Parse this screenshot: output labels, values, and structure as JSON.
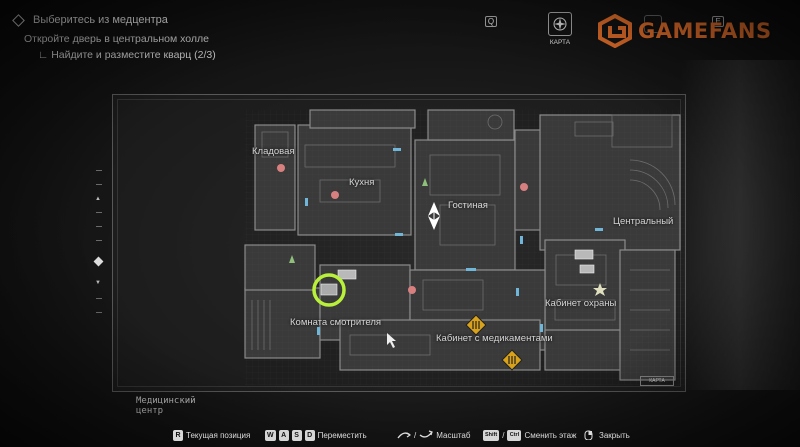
{
  "objectives": {
    "main": "Выберитесь из медцентра",
    "sub": "Откройте дверь в центральном холле",
    "subtask": "∟ Найдите и разместите кварц (2/3)"
  },
  "hud": {
    "prev_key": "Q",
    "next_key": "E",
    "map_tab_label": "КАРТА"
  },
  "watermark": {
    "brand": "GAMEFANS"
  },
  "map": {
    "area_name_line1": "Медицинский",
    "area_name_line2": "центр",
    "corner_label": "КАРТА",
    "rooms": {
      "pantry": "Кладовая",
      "kitchen": "Кухня",
      "living_room": "Гостиная",
      "central": "Центральный",
      "caretaker_room": "Комната смотрителя",
      "security_office": "Кабинет охраны",
      "medicine_office": "Кабинет с медикаментами"
    }
  },
  "controls": {
    "current_position_key": "R",
    "current_position_label": "Текущая позиция",
    "move_keys": [
      "W",
      "A",
      "S",
      "D"
    ],
    "move_label": "Переместить",
    "zoom_label": "Масштаб",
    "change_floor_key1": "Shift",
    "change_floor_key2": "Ctrl",
    "change_floor_label": "Сменить этаж",
    "close_label": "Закрыть"
  },
  "colors": {
    "highlight": "#b8f03a",
    "door": "#6fb6d8",
    "hazard": "#d9a21a",
    "item": "#d88080",
    "logo": "#e8702a"
  }
}
